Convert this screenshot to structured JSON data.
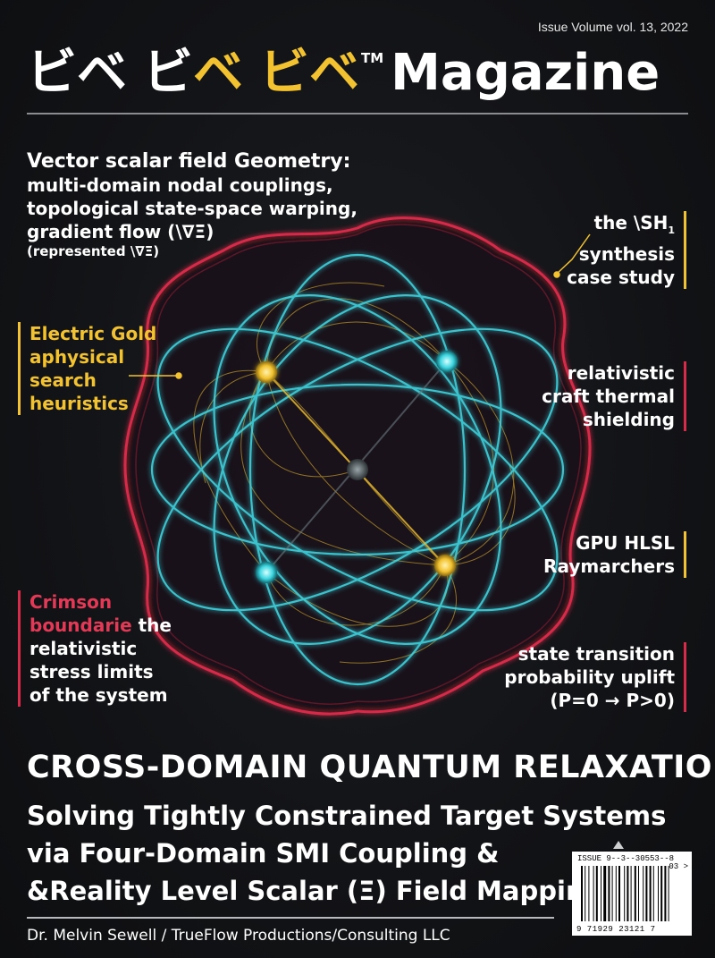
{
  "issue_line": "Issue Volume vol. 13, 2022",
  "masthead": {
    "part1": "ビベ",
    "part2a": "ビ",
    "part2b": "ベ",
    "part3": "ビベ",
    "tm": "TM",
    "word": "Magazine"
  },
  "colors": {
    "gold": "#f2c230",
    "cyan": "#3fd6e0",
    "crimson": "#d62b4a",
    "background": "#121316"
  },
  "feature": {
    "line1": "Vector scalar field Geometry:",
    "line2": "multi-domain nodal couplings,",
    "line3": "topological state-space warping,",
    "line4": "gradient flow (\\∇Ξ)",
    "line5": "(represented \\∇Ξ)"
  },
  "callouts": {
    "gold_left": {
      "l1": "Electric Gold",
      "l2": "aphysical",
      "l3": "search",
      "l4": "heuristics"
    },
    "crimson_left": {
      "highlight1": "Crimson",
      "highlight2": "boundarie",
      "rest2": " the",
      "l3": "relativistic",
      "l4": "stress limits",
      "l5": "of the system"
    },
    "sh1": {
      "l1": "the \\SH",
      "sub": "1",
      "l2": "synthesis",
      "l3": "case study"
    },
    "thermal": {
      "l1": "relativistic",
      "l2": "craft thermal",
      "l3": "shielding"
    },
    "gpu": {
      "l1": "GPU HLSL",
      "l2": "Raymarchers"
    },
    "state": {
      "l1": "state transition",
      "l2": "probability uplift",
      "l3": "(P=0 → P>0)"
    }
  },
  "headline": "CROSS-DOMAIN QUANTUM RELAXATION:",
  "subheadline": {
    "l1": "Solving Tightly Constrained Target Systems",
    "l2": "via Four-Domain SMI Coupling &",
    "l3": "&Reality Level Scalar (Ξ) Field Mapping"
  },
  "byline": "Dr. Melvin Sewell / TrueFlow Productions/Consulting LLC",
  "barcode": {
    "label": "ISSUE 9--3--30553--8",
    "addon": "03 >",
    "digits": "9  71929  23121  7"
  }
}
